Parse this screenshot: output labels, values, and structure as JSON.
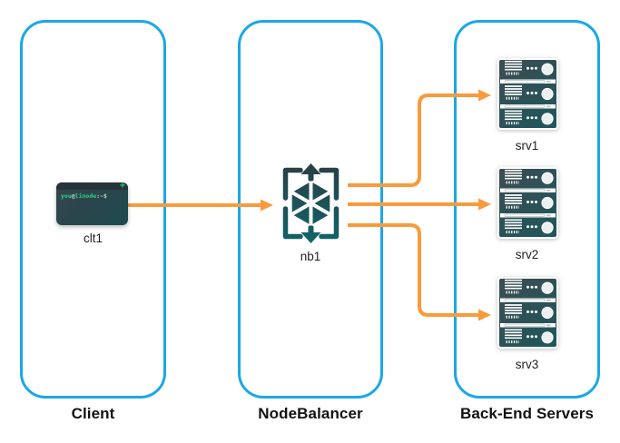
{
  "diagram": {
    "background": "#FFFFFF",
    "containers": [
      {
        "id": "client",
        "label": "Client",
        "nodes": [
          {
            "id": "clt1",
            "label": "clt1",
            "icon": "terminal-icon"
          }
        ]
      },
      {
        "id": "nodebalancer",
        "label": "NodeBalancer",
        "nodes": [
          {
            "id": "nb1",
            "label": "nb1",
            "icon": "nodebalancer-icon"
          }
        ]
      },
      {
        "id": "backend",
        "label": "Back-End Servers",
        "nodes": [
          {
            "id": "srv1",
            "label": "srv1",
            "icon": "server-stack-icon"
          },
          {
            "id": "srv2",
            "label": "srv2",
            "icon": "server-stack-icon"
          },
          {
            "id": "srv3",
            "label": "srv3",
            "icon": "server-stack-icon"
          }
        ]
      }
    ],
    "edges": [
      {
        "from": "clt1",
        "to": "nb1"
      },
      {
        "from": "nb1",
        "to": "srv1"
      },
      {
        "from": "nb1",
        "to": "srv2"
      },
      {
        "from": "nb1",
        "to": "srv3"
      }
    ],
    "terminal": {
      "user": "you",
      "at": "@",
      "host": "linode",
      "suffix": ":~$",
      "window_button": "+"
    },
    "colors": {
      "container_border": "#1BA7E8",
      "arrow": "#F89B3C",
      "heading": "#121212",
      "node_label": "#222222",
      "terminal_dark": "#35474D",
      "terminal_mid": "#2A454B",
      "terminal_teal": "#1E4B50",
      "terminal_green": "#2BD184",
      "plus_green": "#18D75F",
      "nb_dark": "#2B3E45",
      "nb_teal": "#0F6569",
      "server_dark": "#3D4C52",
      "server_teal": "#1C575C"
    }
  }
}
